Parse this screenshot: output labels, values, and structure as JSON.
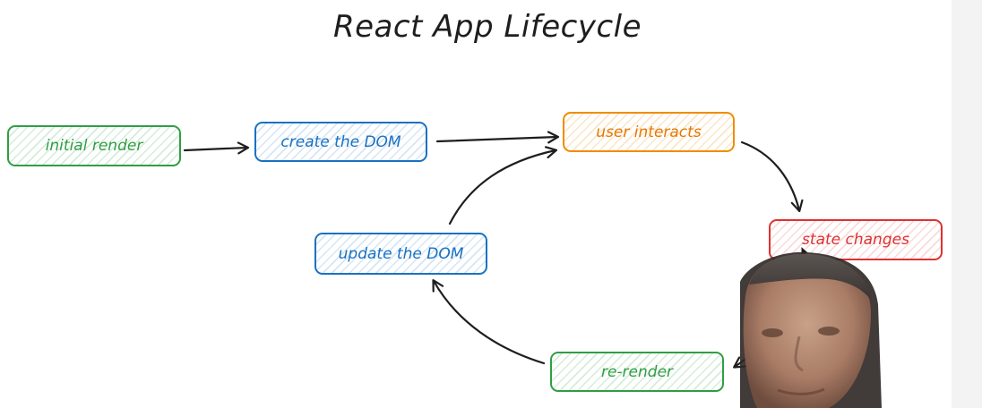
{
  "title": "React App Lifecycle",
  "nodes": {
    "initial_render": "initial render",
    "create_dom": "create the DOM",
    "user_interacts": "user interacts",
    "state_changes": "state changes",
    "re_render": "re-render",
    "update_dom": "update the DOM"
  },
  "colors": {
    "green": "#2f9e44",
    "blue": "#1971c2",
    "orange": "#f08c00",
    "red": "#e03131",
    "arrow": "#1e1e1e"
  }
}
